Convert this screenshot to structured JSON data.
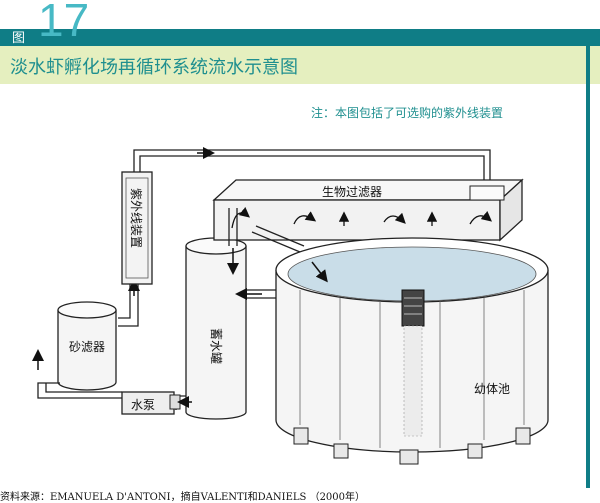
{
  "header": {
    "fig_label": "图",
    "fig_number": "17",
    "title": "淡水虾孵化场再循环系统流水示意图"
  },
  "note": "注：本图包括了可选购的紫外线装置",
  "labels": {
    "bio_filter": "生物过滤器",
    "uv_device": "紫外线装置",
    "sand_filter": "砂滤器",
    "storage_tank": "蓄水罐",
    "pump": "水泵",
    "larval_tank": "幼体池"
  },
  "source": "资料来源：EMANUELA D'ANTONI，摘自VALENTI和DANIELS （2000年）",
  "colors": {
    "header_bar": "#0f7d86",
    "title_band": "#e5efbf",
    "title_text": "#1f8f8f",
    "water": "#c9dde8"
  }
}
